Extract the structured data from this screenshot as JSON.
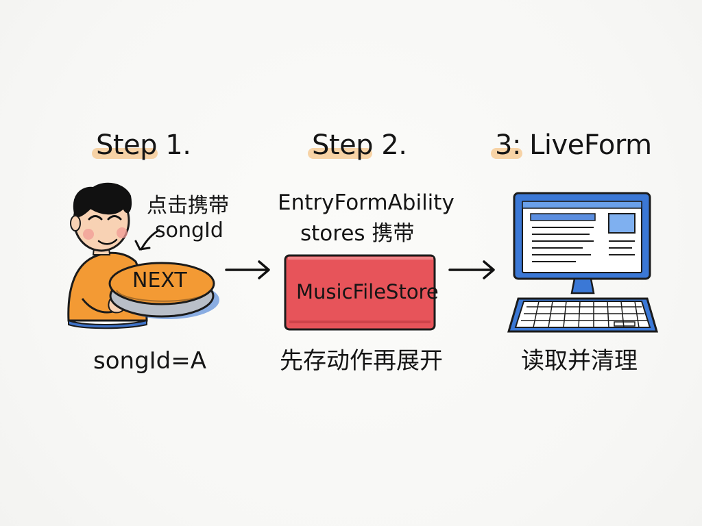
{
  "steps": {
    "step1": {
      "title": "Step 1.",
      "note_line1": "点击携带",
      "note_line2": "songId",
      "button_label": "NEXT",
      "caption": "songId=A"
    },
    "step2": {
      "title": "Step 2.",
      "note_line1": "EntryFormAbility",
      "note_line2": "stores 携带",
      "store_label": "MusicFileStore",
      "caption": "先存动作再展开"
    },
    "step3": {
      "title": "3: LiveForm",
      "caption": "读取并清理"
    }
  },
  "colors": {
    "orange": "#f39a34",
    "red": "#e8545a",
    "blue": "#3b78d6",
    "highlight": "#f6c58b",
    "ink": "#151515"
  },
  "icons": [
    "person-icon",
    "next-button-icon",
    "arrow-icon",
    "store-box-icon",
    "computer-icon"
  ]
}
